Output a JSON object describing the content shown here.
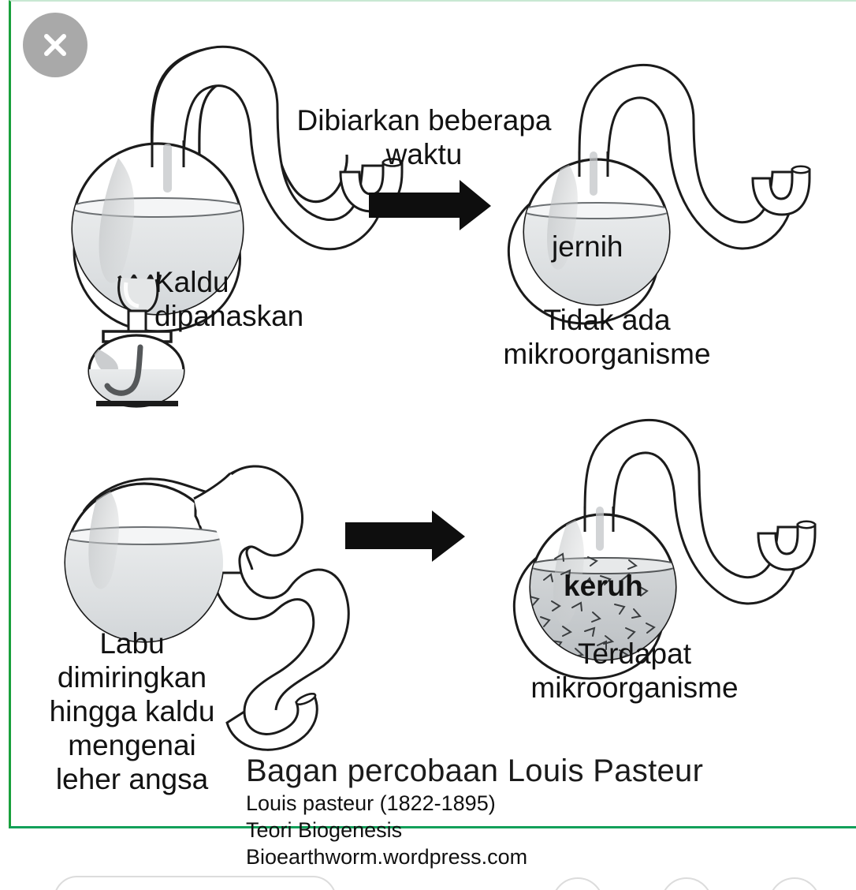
{
  "viewer": {
    "close_button": "close-icon",
    "frame_color": "#19a03c",
    "background": "#ffffff"
  },
  "diagram": {
    "title": "Bagan percobaan Louis Pasteur",
    "labels": {
      "step_arrow_top": "Dibiarkan beberapa\nwaktu",
      "flask_heated": "Kaldu\ndipanaskan",
      "result_clear_inline": "jernih",
      "result_clear": "Tidak ada\nmikroorganisme",
      "flask_tilted": "Labu\ndimiringkan\nhingga kaldu\nmengenai\nleher angsa",
      "result_turbid_inline": "keruh",
      "result_turbid": "Terdapat\nmikroorganisme"
    },
    "arrows": [
      {
        "name": "arrow-top",
        "direction": "right"
      },
      {
        "name": "arrow-bottom",
        "direction": "right"
      }
    ],
    "flasks": [
      {
        "name": "flask-heated-swan-neck",
        "state": "boiling over burner",
        "liquid": "kaldu"
      },
      {
        "name": "flask-clear-swan-neck",
        "state": "clear broth",
        "liquid": "jernih"
      },
      {
        "name": "flask-tilted-swan-neck",
        "state": "tilted so broth touches neck"
      },
      {
        "name": "flask-turbid-swan-neck",
        "state": "turbid broth with microorganisms",
        "liquid": "keruh"
      }
    ],
    "burner": {
      "name": "alcohol-burner",
      "has_flame": true
    }
  },
  "caption": {
    "title": "Bagan percobaan Louis Pasteur",
    "lines": [
      "Louis pasteur (1822-1895)",
      "Teori Biogenesis",
      "Bioearthworm.wordpress.com"
    ]
  },
  "chrome": {
    "omnibox_placeholder": "",
    "buttons": [
      "round-button-1",
      "round-button-2",
      "round-button-3"
    ]
  }
}
